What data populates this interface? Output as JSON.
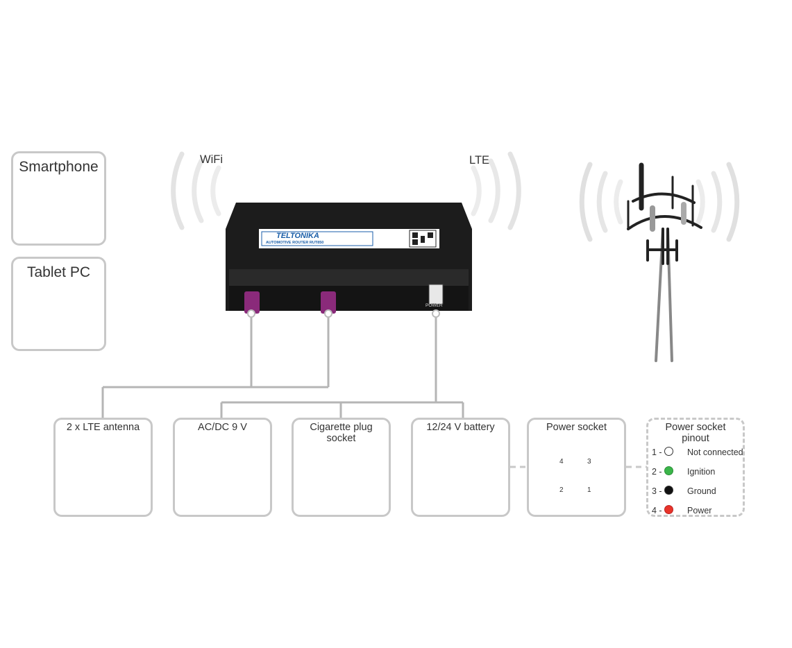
{
  "devices": {
    "smartphone": "Smartphone",
    "tablet": "Tablet PC"
  },
  "signals": {
    "wifi": "WiFi",
    "lte": "LTE"
  },
  "router": {
    "brand": "TELTONIKA",
    "model": "AUTOMOTIVE ROUTER RUT850",
    "power_label": "POWER"
  },
  "power_options": {
    "antenna": "2 x LTE antenna",
    "acdc": "AC/DC 9 V",
    "cigarette_line1": "Cigarette plug",
    "cigarette_line2": "socket",
    "battery": "12/24 V battery",
    "socket": "Power socket"
  },
  "pinout": {
    "title_line1": "Power socket",
    "title_line2": "pinout",
    "pins": [
      {
        "num": "1 -",
        "name": "Not connected",
        "color": "#ffffff"
      },
      {
        "num": "2 -",
        "name": "Ignition",
        "color": "#3bb54a"
      },
      {
        "num": "3 -",
        "name": "Ground",
        "color": "#111111"
      },
      {
        "num": "4 -",
        "name": "Power",
        "color": "#e8342a"
      }
    ]
  },
  "socket_pins": [
    "4",
    "3",
    "2",
    "1"
  ]
}
